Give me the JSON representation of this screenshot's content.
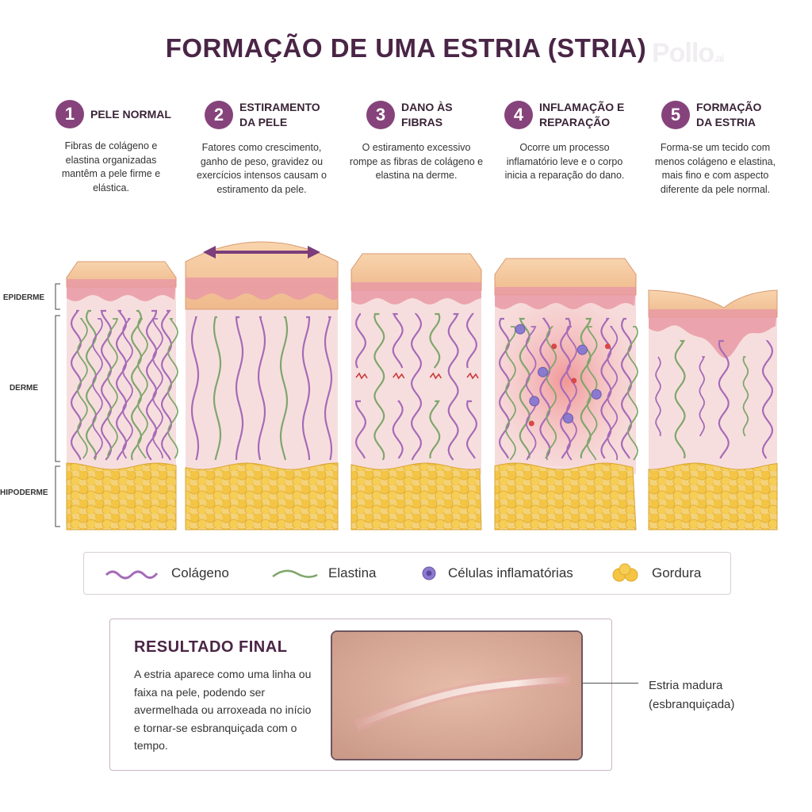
{
  "title": "FORMAÇÃO DE UMA ESTRIA (STRIA)",
  "watermark": "Pollo",
  "watermark_suffix": ".ai",
  "steps": [
    {
      "number": "1",
      "title": "PELE NORMAL",
      "description": "Fibras de colágeno e elastina organizadas mantêm a pele firme e elástica."
    },
    {
      "number": "2",
      "title": "ESTIRAMENTO\nDA PELE",
      "description": "Fatores como crescimento, ganho de peso, gravidez ou exercícios intensos causam o estiramento da pele."
    },
    {
      "number": "3",
      "title": "DANO ÀS\nFIBRAS",
      "description": "O estiramento excessivo rompe as fibras de colágeno e elastina na derme."
    },
    {
      "number": "4",
      "title": "INFLAMAÇÃO E\nREPARAÇÃO",
      "description": "Ocorre um processo inflamatório leve e o corpo inicia a reparação do dano."
    },
    {
      "number": "5",
      "title": "FORMAÇÃO\nDA ESTRIA",
      "description": "Forma-se um tecido com menos colágeno e elastina, mais fino e com aspecto diferente da pele normal."
    }
  ],
  "layers": {
    "epidermis": "EPIDERME",
    "dermis": "DERME",
    "hypodermis": "HIPODERME"
  },
  "legend": {
    "collagen": "Colágeno",
    "elastin": "Elastina",
    "inflammatory_cells": "Células inflamatórias",
    "fat": "Gordura"
  },
  "result": {
    "title": "RESULTADO  FINAL",
    "text": "A estria aparece como uma linha ou faixa na pele, podendo ser avermelhada ou arroxeada no início e tornar-se esbranquiçada com o tempo.",
    "callout": "Estria madura (esbranquiçada)"
  },
  "colors": {
    "title": "#4a2546",
    "step_circle": "#86437b",
    "collagen": "#a56bb8",
    "elastin": "#7fa66c",
    "inflammatory_cell": "#8c7ad0",
    "fat": "#f2c94c",
    "epidermis": "#f5c9a0",
    "dermis": "#f7dede",
    "damage": "#c93a3a"
  }
}
